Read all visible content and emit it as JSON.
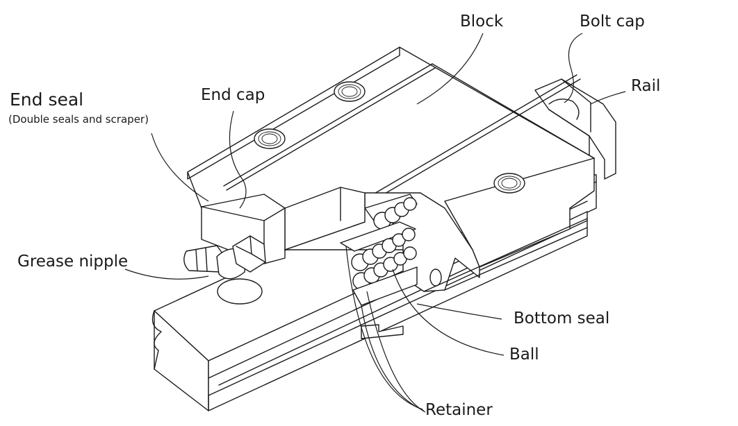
{
  "labels": {
    "block": "Block",
    "bolt_cap": "Bolt cap",
    "rail": "Rail",
    "end_seal": "End seal",
    "end_seal_note": "(Double seals and scraper)",
    "end_cap": "End cap",
    "grease_nipple": "Grease nipple",
    "bottom_seal": "Bottom seal",
    "ball": "Ball",
    "retainer": "Retainer"
  },
  "colors": {
    "stroke": "#1a1a1a",
    "background": "#ffffff"
  }
}
